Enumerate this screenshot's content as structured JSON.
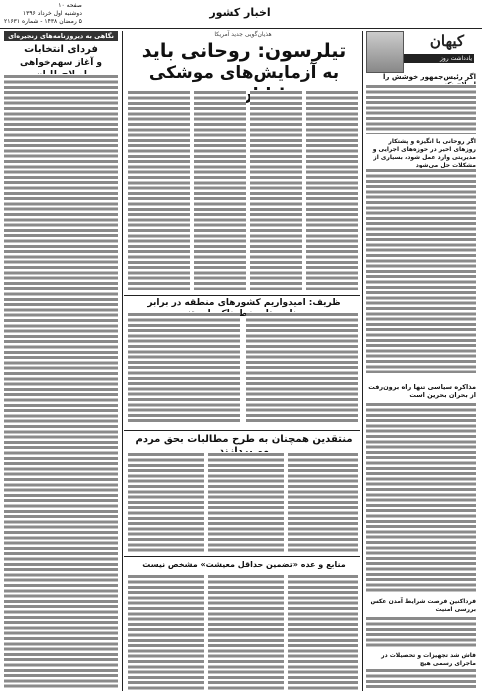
{
  "header": {
    "page_no": "صفحه ۱۰",
    "date_line": "دوشنبه اول خرداد ۱۳۹۶",
    "issue_line": "۵ رمضان ۱۴۳۸ - شماره ۲۱۶۳۱",
    "section": "اخبار کشور",
    "logo": "کیهان"
  },
  "sidebar": {
    "tag": "یادداشت روز",
    "title": "اگر رئیس‌جمهور خوشش را اصلاح نکند"
  },
  "main": {
    "kicker": "هذیان‌گویی جدید آمریکا",
    "headline_1": "تیلرسون: روحانی باید",
    "headline_2": "به آزمایش‌های موشکی پایان دهد!",
    "mid_headline": "ظریف: امیدواریم کشورهای منطقه در برابر سناریوهای خطرناک بایستند",
    "bottom_headline": "منتقدین همچنان به طرح مطالبات بحق مردم می‌پردازند",
    "bottom_sub": "منابع و عده «تضمین حداقل معیشت» مشخص نیست"
  },
  "left_col": {
    "box": "نگاهی به دیروز‌نامه‌های زنجیره‌ای",
    "title_1": "فردای انتخابات",
    "title_2": "و آغاز سهم‌خواهی اصلاح‌طلبان"
  },
  "right_col": {
    "story_1": "اگر روحانی با انگیزه و پشتکار روزهای اخیر در حوزه‌های اجرایی و مدیریتی وارد عمل شود، بسیاری از مشکلات حل می‌شود",
    "story_2": "مذاکره سیاسی تنها راه برون‌رفت از بحران بحرین است",
    "story_3": "فرداکنین فرصت شرایط آمدن عکس بررسی امنیت",
    "story_4": "فاش شد تجهیزات و تحصیلات در ماجرای رسمی هیچ"
  }
}
